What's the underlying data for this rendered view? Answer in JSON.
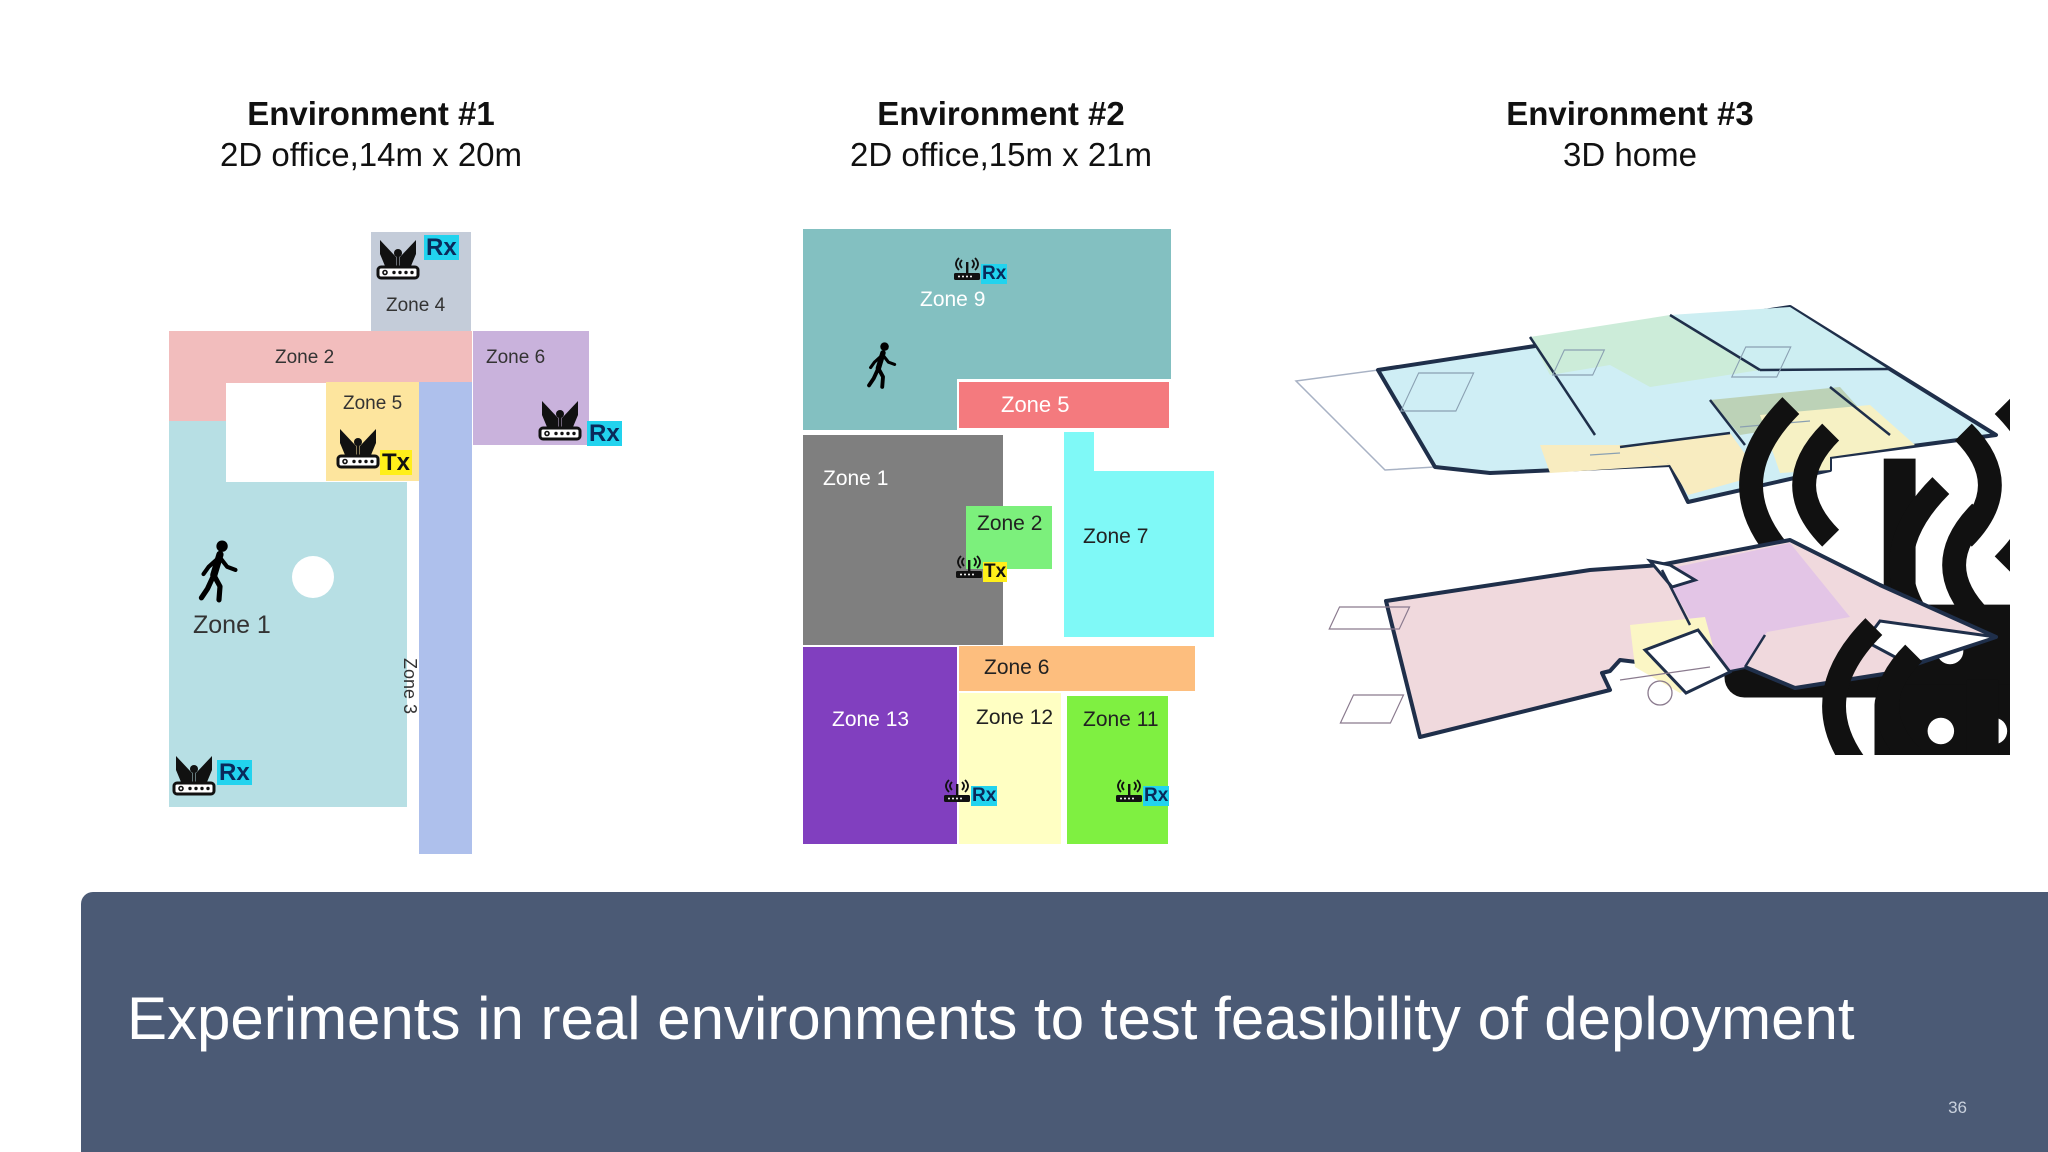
{
  "environments": [
    {
      "title": "Environment #1",
      "subtitle": "2D office,14m x 20m"
    },
    {
      "title": "Environment #2",
      "subtitle": "2D office,15m x 21m"
    },
    {
      "title": "Environment #3",
      "subtitle": "3D home"
    }
  ],
  "env1": {
    "zones": [
      "Zone 1",
      "Zone 2",
      "Zone 3",
      "Zone 4",
      "Zone 5",
      "Zone 6"
    ],
    "rx": "Rx",
    "tx": "Tx"
  },
  "env2": {
    "zones": [
      "Zone 9",
      "Zone 5",
      "Zone 1",
      "Zone 2",
      "Zone 7",
      "Zone 6",
      "Zone 13",
      "Zone 12",
      "Zone 11"
    ],
    "rx": "Rx",
    "tx": "Tx"
  },
  "footer": {
    "text": "Experiments in real environments to test feasibility of deployment",
    "page_number": "36"
  },
  "colors": {
    "footer_bg": "#4b5a75",
    "rx_tag": "#22d3ee",
    "tx_tag": "#ffef1a"
  }
}
